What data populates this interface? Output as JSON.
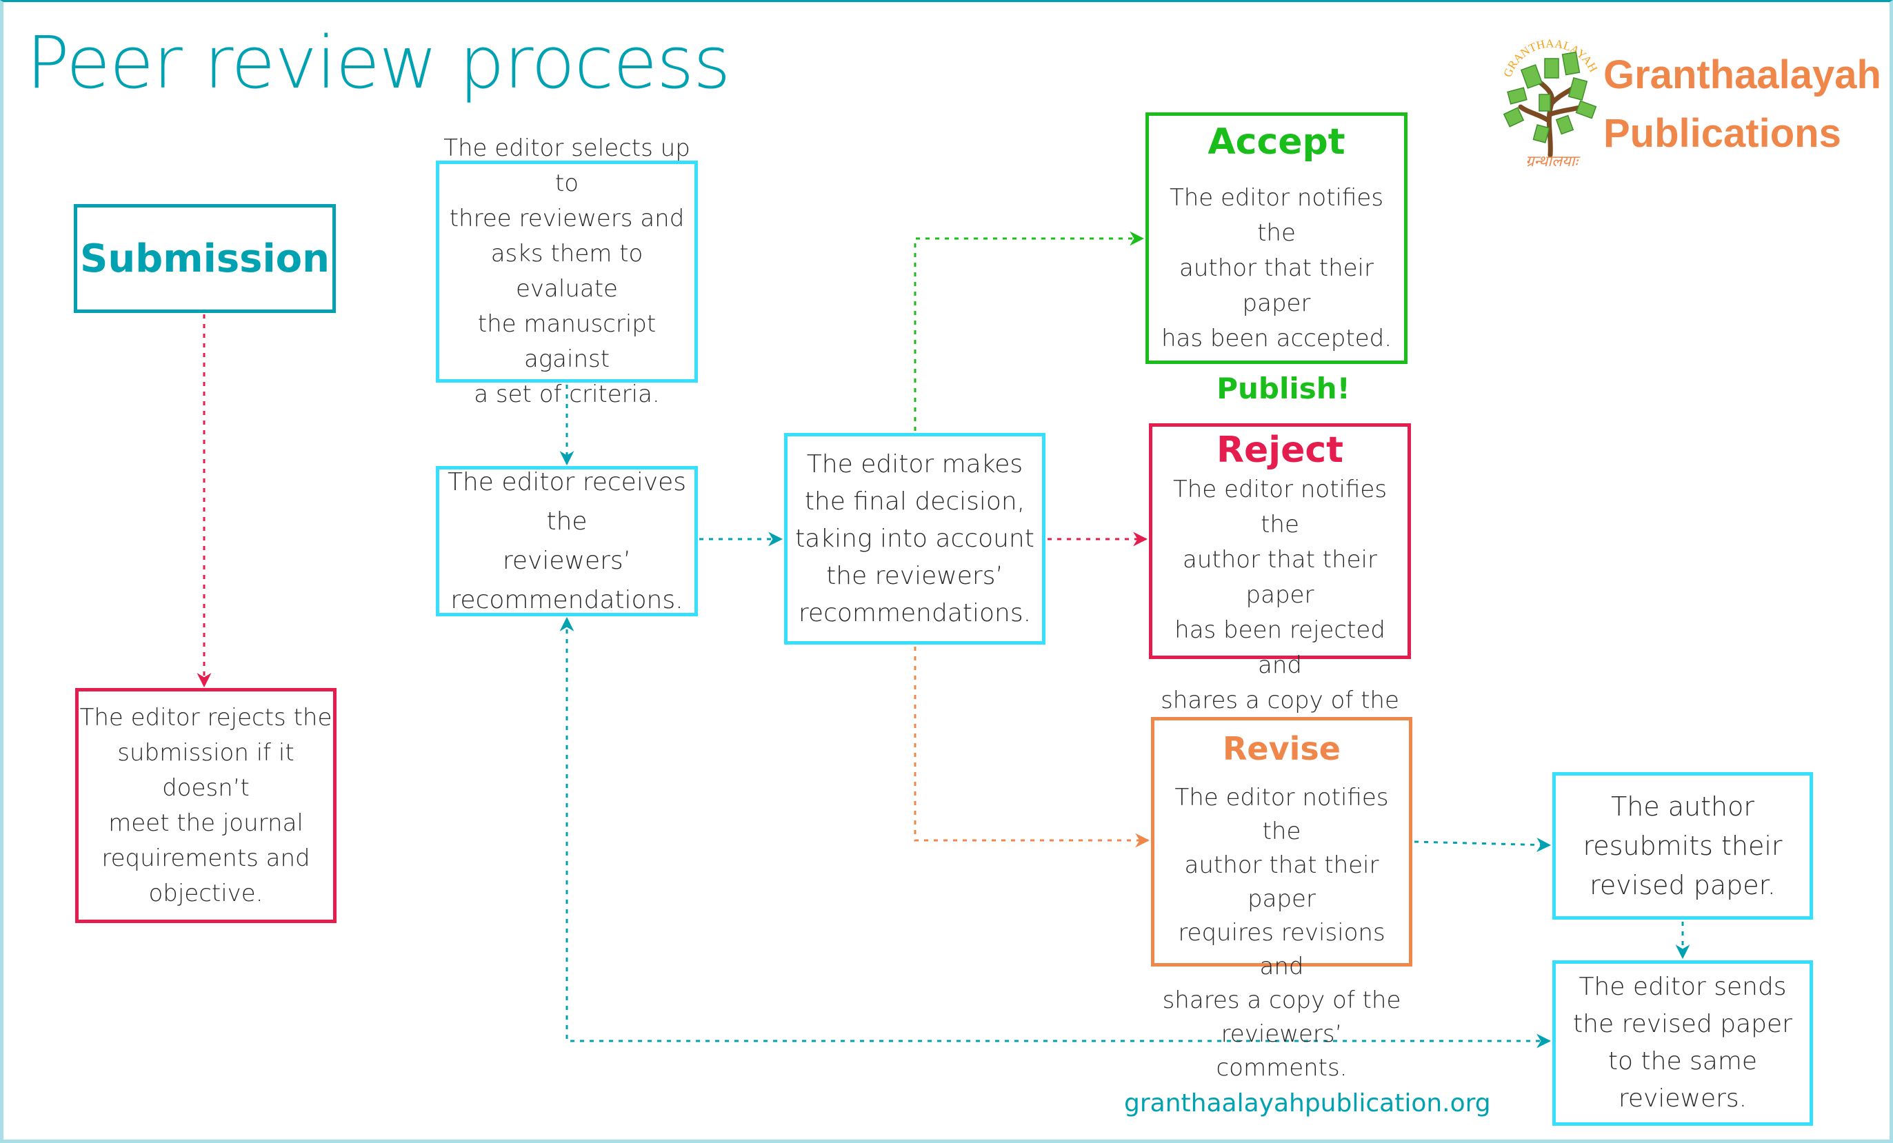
{
  "title": "Peer review process",
  "brand": {
    "line1": "Granthaalayah",
    "line2": "Publications",
    "logo_icon": "tree-of-books-logo",
    "logo_arc_text": "GRANTHAALAYAH",
    "logo_script_text": "ग्रन्थालयाः"
  },
  "colors": {
    "title": "#00a2b1",
    "cyan_box": "#35e0ff",
    "teal": "#00a2b1",
    "reject": "#e51d4e",
    "accept": "#19be1b",
    "revise": "#f0874a",
    "frame": "#a8dfe6"
  },
  "nodes": {
    "submission": {
      "heading": "Submission"
    },
    "initial_reject": {
      "text": "The editor rejects the\nsubmission if it doesn’t\nmeet the journal\nrequirements and\nobjective."
    },
    "select_reviewers": {
      "text": "The editor selects up to\nthree reviewers and\nasks them to evaluate\nthe manuscript against\na set of criteria."
    },
    "receives": {
      "text": "The editor receives the\nreviewers’\nrecommendations."
    },
    "decision": {
      "text": "The editor makes\nthe final decision,\ntaking into account\nthe reviewers’\nrecommendations."
    },
    "accept": {
      "heading": "Accept",
      "text": "The editor notifies the\nauthor that their paper\nhas been accepted.",
      "footer": "Publish!"
    },
    "reject": {
      "heading": "Reject",
      "text": "The editor notifies the\nauthor that their paper\nhas been rejected and\nshares a copy of the\nreviewers’ comments."
    },
    "revise": {
      "heading": "Revise",
      "text": "The editor notifies the\nauthor that their paper\nrequires revisions and\nshares a copy of the\nreviewers’ comments."
    },
    "resubmit": {
      "text": "The author\nresubmits their\nrevised paper."
    },
    "sends": {
      "text": "The editor sends\nthe revised paper\nto the same\nreviewers."
    }
  },
  "edges": [
    {
      "from": "submission",
      "to": "initial_reject",
      "color": "reject"
    },
    {
      "from": "select_reviewers",
      "to": "receives",
      "color": "teal"
    },
    {
      "from": "receives",
      "to": "decision",
      "color": "teal"
    },
    {
      "from": "decision",
      "to": "accept",
      "color": "accept"
    },
    {
      "from": "decision",
      "to": "reject",
      "color": "reject"
    },
    {
      "from": "decision",
      "to": "revise",
      "color": "revise"
    },
    {
      "from": "revise",
      "to": "resubmit",
      "color": "teal"
    },
    {
      "from": "resubmit",
      "to": "sends",
      "color": "teal"
    },
    {
      "from": "sends",
      "to": "receives",
      "color": "teal",
      "bidirectional": true
    }
  ],
  "footer": {
    "url": "granthaalayahpublication.org"
  }
}
